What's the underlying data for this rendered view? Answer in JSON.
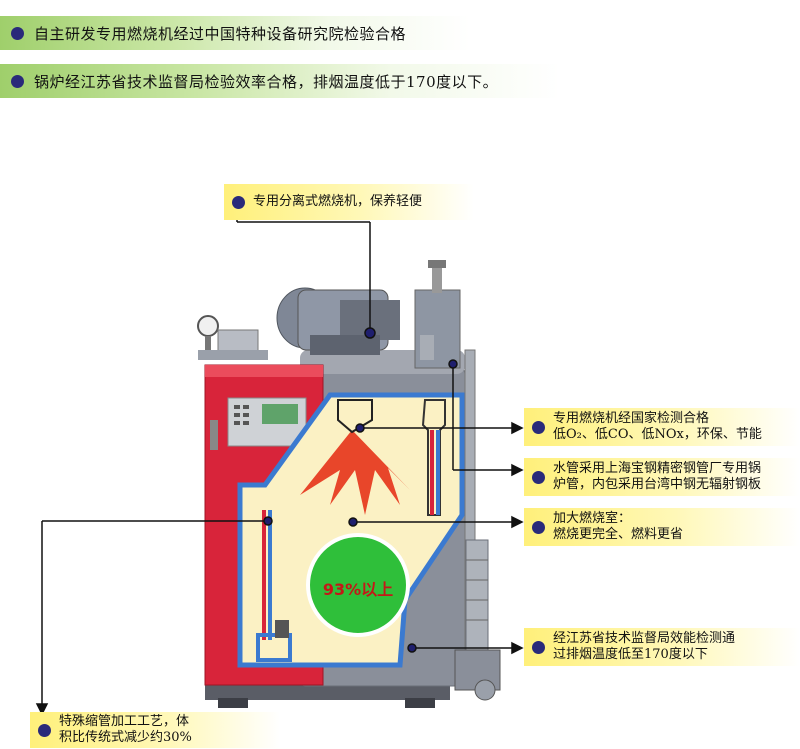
{
  "banners": [
    {
      "text": "自主研发专用燃烧机经过中国特种设备研究院检验合格"
    },
    {
      "text": "锅炉经江苏省技术监督局检验效率合格，排烟温度低于170度以下。"
    }
  ],
  "callouts": {
    "burner": {
      "line1": "专用分离式燃烧机，保养轻便"
    },
    "cert": {
      "line1": "专用燃烧机经国家检测合格",
      "line2": "低O₂、低CO、低NOx，环保、节能"
    },
    "tubes": {
      "line1": "水管采用上海宝钢精密钢管厂专用锅",
      "line2": "炉管，内包采用台湾中钢无辐射钢板"
    },
    "chamber": {
      "line1": "加大燃烧室：",
      "line2": "燃烧更完全、燃料更省"
    },
    "exhaust": {
      "line1": "经江苏省技术监督局效能检测通",
      "line2": "过排烟温度低至170度以下"
    },
    "shrink": {
      "line1": "特殊缩管加工工艺，体",
      "line2": "积比传统式减少约30%"
    }
  },
  "efficiency_badge": {
    "text": "93%以上",
    "fill": "#2fbf3a"
  },
  "colors": {
    "banner": "#9fcf6b",
    "callout": "#fff07a",
    "dot": "#2a2a7a",
    "cabinet": "#d8243a",
    "body": "#8a8f9a"
  }
}
